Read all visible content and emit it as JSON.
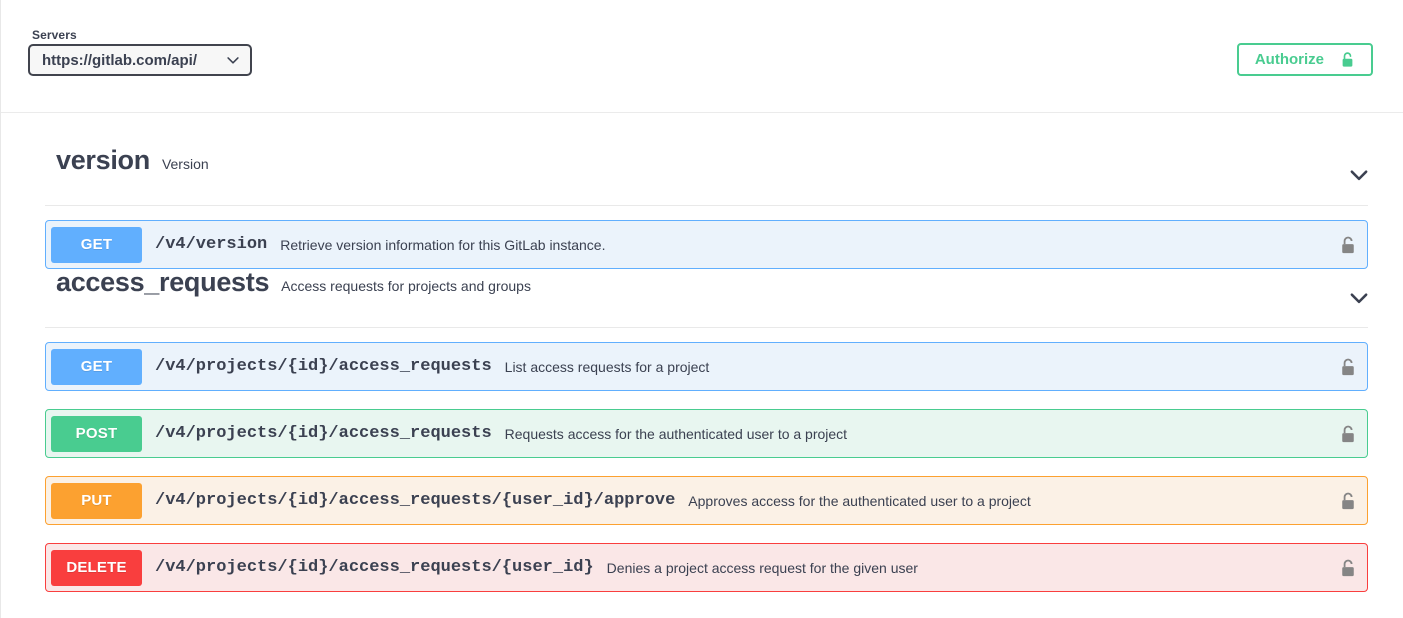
{
  "topbar": {
    "servers_label": "Servers",
    "server_value": "https://gitlab.com/api/",
    "server_chevron_icon": "chevron-down-icon",
    "authorize_label": "Authorize",
    "authorize_icon": "unlock-icon",
    "authorize_color": "#49cc90"
  },
  "colors": {
    "get": "#61affe",
    "post": "#49cc90",
    "put": "#fca130",
    "delete": "#f93e3e",
    "text": "#3b4151"
  },
  "sections": [
    {
      "name": "version",
      "description": "Version",
      "chevron_icon": "chevron-down-icon",
      "operations": [
        {
          "method": "GET",
          "path": "/v4/version",
          "summary": "Retrieve version information for this GitLab instance.",
          "lock_icon": "unlock-icon"
        }
      ]
    },
    {
      "name": "access_requests",
      "description": "Access requests for projects and groups",
      "chevron_icon": "chevron-down-icon",
      "operations": [
        {
          "method": "GET",
          "path": "/v4/projects/{id}/access_requests",
          "summary": "List access requests for a project",
          "lock_icon": "unlock-icon"
        },
        {
          "method": "POST",
          "path": "/v4/projects/{id}/access_requests",
          "summary": "Requests access for the authenticated user to a project",
          "lock_icon": "unlock-icon"
        },
        {
          "method": "PUT",
          "path": "/v4/projects/{id}/access_requests/{user_id}/approve",
          "summary": "Approves access for the authenticated user to a project",
          "lock_icon": "unlock-icon"
        },
        {
          "method": "DELETE",
          "path": "/v4/projects/{id}/access_requests/{user_id}",
          "summary": "Denies a project access request for the given user",
          "lock_icon": "unlock-icon"
        }
      ]
    }
  ]
}
